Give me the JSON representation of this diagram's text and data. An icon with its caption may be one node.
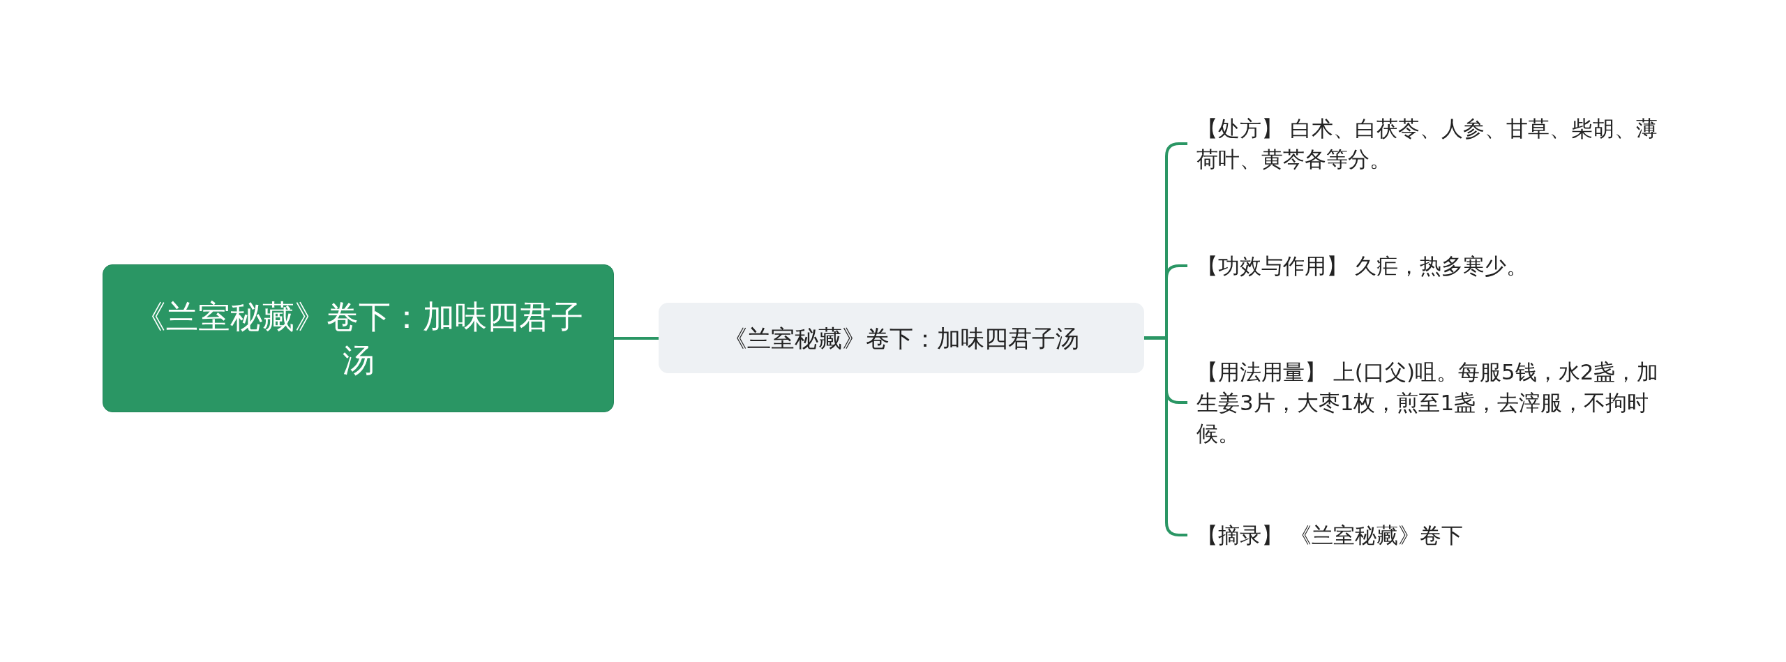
{
  "diagram": {
    "nodes": [
      {
        "text": [
          "《兰室秘藏》卷下：加味四君子汤"
        ]
      },
      {
        "text": [
          "《兰室秘藏》卷下：加味四君子汤"
        ]
      },
      {
        "text": [
          "【处方】 白术、白茯苓、人参、甘草、柴胡、薄荷叶、黄芩各等分。"
        ]
      },
      {
        "text": [
          "【功效与作用】 久疟，热多寒少。"
        ]
      },
      {
        "text": [
          "【用法用量】 上(口父)咀。每服5钱，水2盏，加生姜3片，大枣1枚，煎至1盏，去滓服，不拘时候。"
        ]
      },
      {
        "text": [
          "【摘录】 《兰室秘藏》卷下"
        ]
      }
    ],
    "edges": [
      {
        "from": 0,
        "to": 1,
        "arrow": "none"
      },
      {
        "from": 1,
        "to": 2,
        "arrow": "none"
      },
      {
        "from": 1,
        "to": 3,
        "arrow": "none"
      },
      {
        "from": 1,
        "to": 4,
        "arrow": "none"
      },
      {
        "from": 1,
        "to": 5,
        "arrow": "none"
      }
    ]
  }
}
